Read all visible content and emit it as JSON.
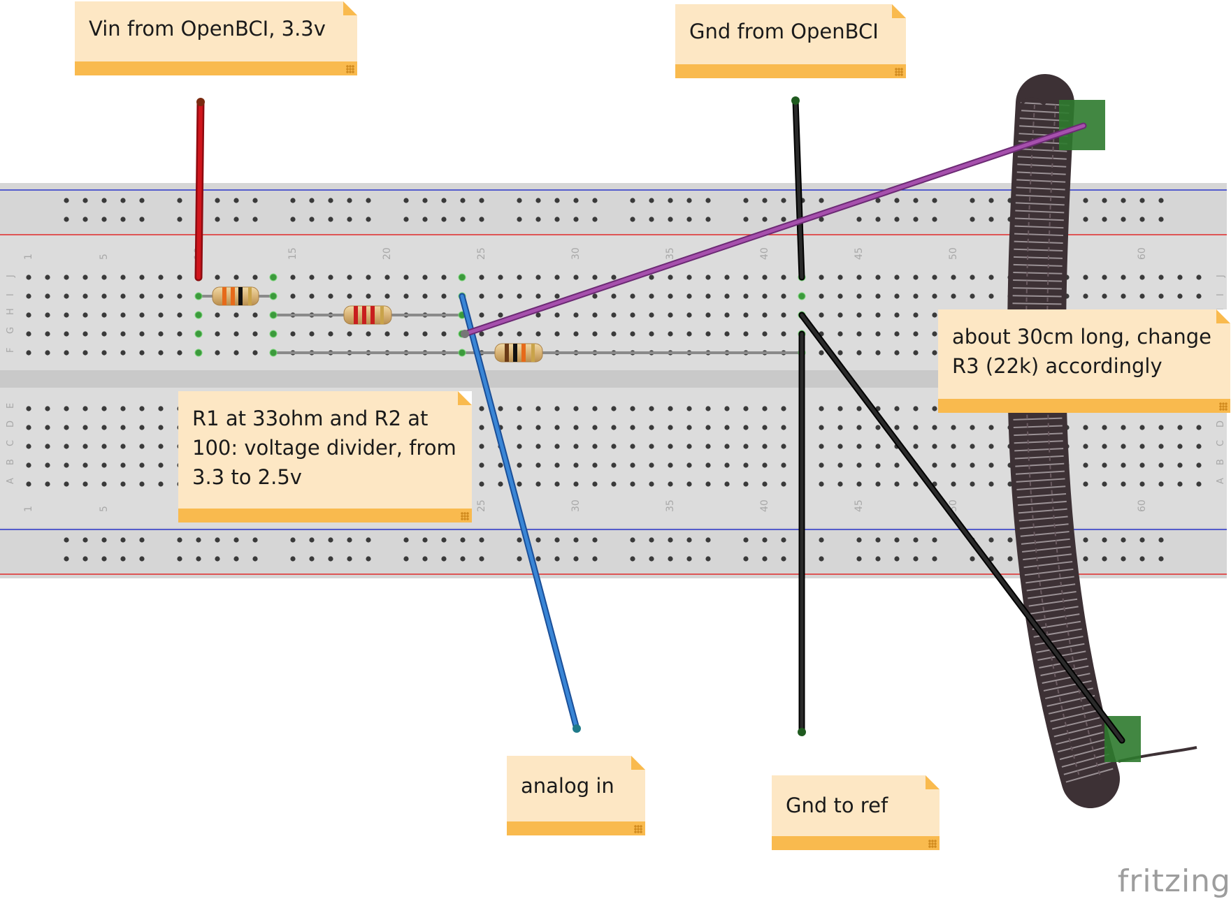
{
  "notes": {
    "vin": "Vin from OpenBCI, 3.3v",
    "gnd_from": "Gnd from OpenBCI",
    "divider": "R1 at 33ohm and R2 at 100: voltage divider, from 3.3 to 2.5v",
    "length": "about 30cm long, change R3 (22k) accordingly",
    "analog": "analog in",
    "gnd_ref": "Gnd to ref"
  },
  "breadboard": {
    "column_numbers": [
      "1",
      "5",
      "10",
      "15",
      "20",
      "25",
      "30",
      "35",
      "40",
      "45",
      "50",
      "55",
      "60"
    ],
    "row_letters_top": [
      "J",
      "I",
      "H",
      "G",
      "F"
    ],
    "row_letters_bottom": [
      "E",
      "D",
      "C",
      "B",
      "A"
    ]
  },
  "wire_colors": {
    "vin": "#c8141a",
    "gnd": "#1f1f1f",
    "analog": "#2e73c8",
    "sensor": "#9b45a3",
    "lead": "#8a8a8a"
  },
  "watermark": "fritzing"
}
